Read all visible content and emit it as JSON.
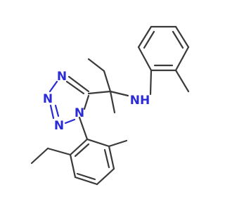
{
  "molecule": {
    "atoms": {
      "n_ring_1": "N",
      "n_ring_2": "N",
      "n_ring_3": "N",
      "n_ring_4": "N",
      "amine": "NH"
    },
    "colors": {
      "bond": "#3a3a3a",
      "nitrogen": "#2b2bd6",
      "background": "#ffffff"
    }
  }
}
